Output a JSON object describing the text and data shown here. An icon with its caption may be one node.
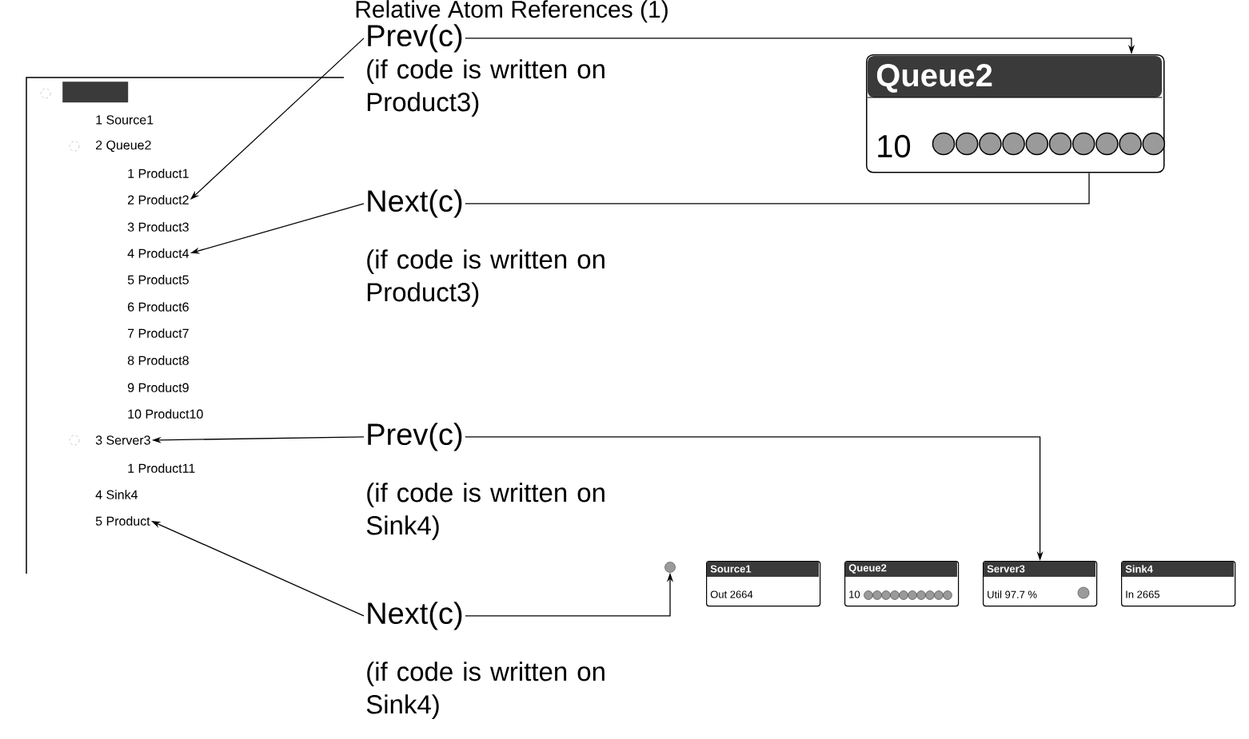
{
  "diagram": {
    "title": "Relative Atom References (1)",
    "nodes": [
      {
        "text": [],
        "shape": "box"
      },
      {
        "text": [],
        "shape": "bar",
        "in": 0
      },
      {
        "text": [
          "1 Source1"
        ],
        "in": 0
      },
      {
        "text": [
          "2 Queue2"
        ],
        "in": 0
      },
      {
        "text": [
          "1 Product1"
        ],
        "in": 0
      },
      {
        "text": [
          "2 Product2"
        ],
        "in": 0
      },
      {
        "text": [
          "3 Product3"
        ],
        "in": 0
      },
      {
        "text": [
          "4 Product4"
        ],
        "in": 0
      },
      {
        "text": [
          "5 Product5"
        ],
        "in": 0
      },
      {
        "text": [
          "6 Product6"
        ],
        "in": 0
      },
      {
        "text": [
          "7 Product7"
        ],
        "in": 0
      },
      {
        "text": [
          "8 Product8"
        ],
        "in": 0
      },
      {
        "text": [
          "9 Product9"
        ],
        "in": 0
      },
      {
        "text": [
          "10 Product10"
        ],
        "in": 0
      },
      {
        "text": [
          "3 Server3"
        ],
        "in": 0
      },
      {
        "text": [
          "1 Product11"
        ],
        "in": 0
      },
      {
        "text": [
          "4 Sink4"
        ],
        "in": 0
      },
      {
        "text": [
          "5 Product"
        ],
        "in": 0
      },
      {
        "text": [
          "Prev(c)",
          "(if code is written on Product3)"
        ]
      },
      {
        "text": [
          "Queue2",
          "10"
        ]
      },
      {
        "text": [
          "Next(c)",
          "(if code is written on Product3)"
        ]
      },
      {
        "text": [
          "Prev(c)",
          "(if code is written on Sink4)"
        ]
      },
      {
        "text": [],
        "shape": "circle"
      },
      {
        "text": [
          "Source1",
          "Out 2664"
        ]
      },
      {
        "text": [
          "Queue2",
          "10"
        ]
      },
      {
        "text": [
          "Server3",
          "Util 97.7 %"
        ]
      },
      {
        "text": [
          "Sink4",
          "In 2665"
        ]
      },
      {
        "text": [
          "Next(c)",
          "(if code is written on Sink4)"
        ]
      }
    ],
    "edges": [
      {
        "from": 18,
        "to": 5,
        "arrow": "to"
      },
      {
        "from": 18,
        "to": 19,
        "arrow": "to"
      },
      {
        "from": 20,
        "to": 7,
        "arrow": "to"
      },
      {
        "from": 20,
        "to": 19,
        "arrow": "none"
      },
      {
        "from": 21,
        "to": 14,
        "arrow": "to"
      },
      {
        "from": 21,
        "to": 25,
        "arrow": "to"
      },
      {
        "from": 27,
        "to": 17,
        "arrow": "to"
      },
      {
        "from": 27,
        "to": 22,
        "arrow": "to"
      }
    ]
  }
}
